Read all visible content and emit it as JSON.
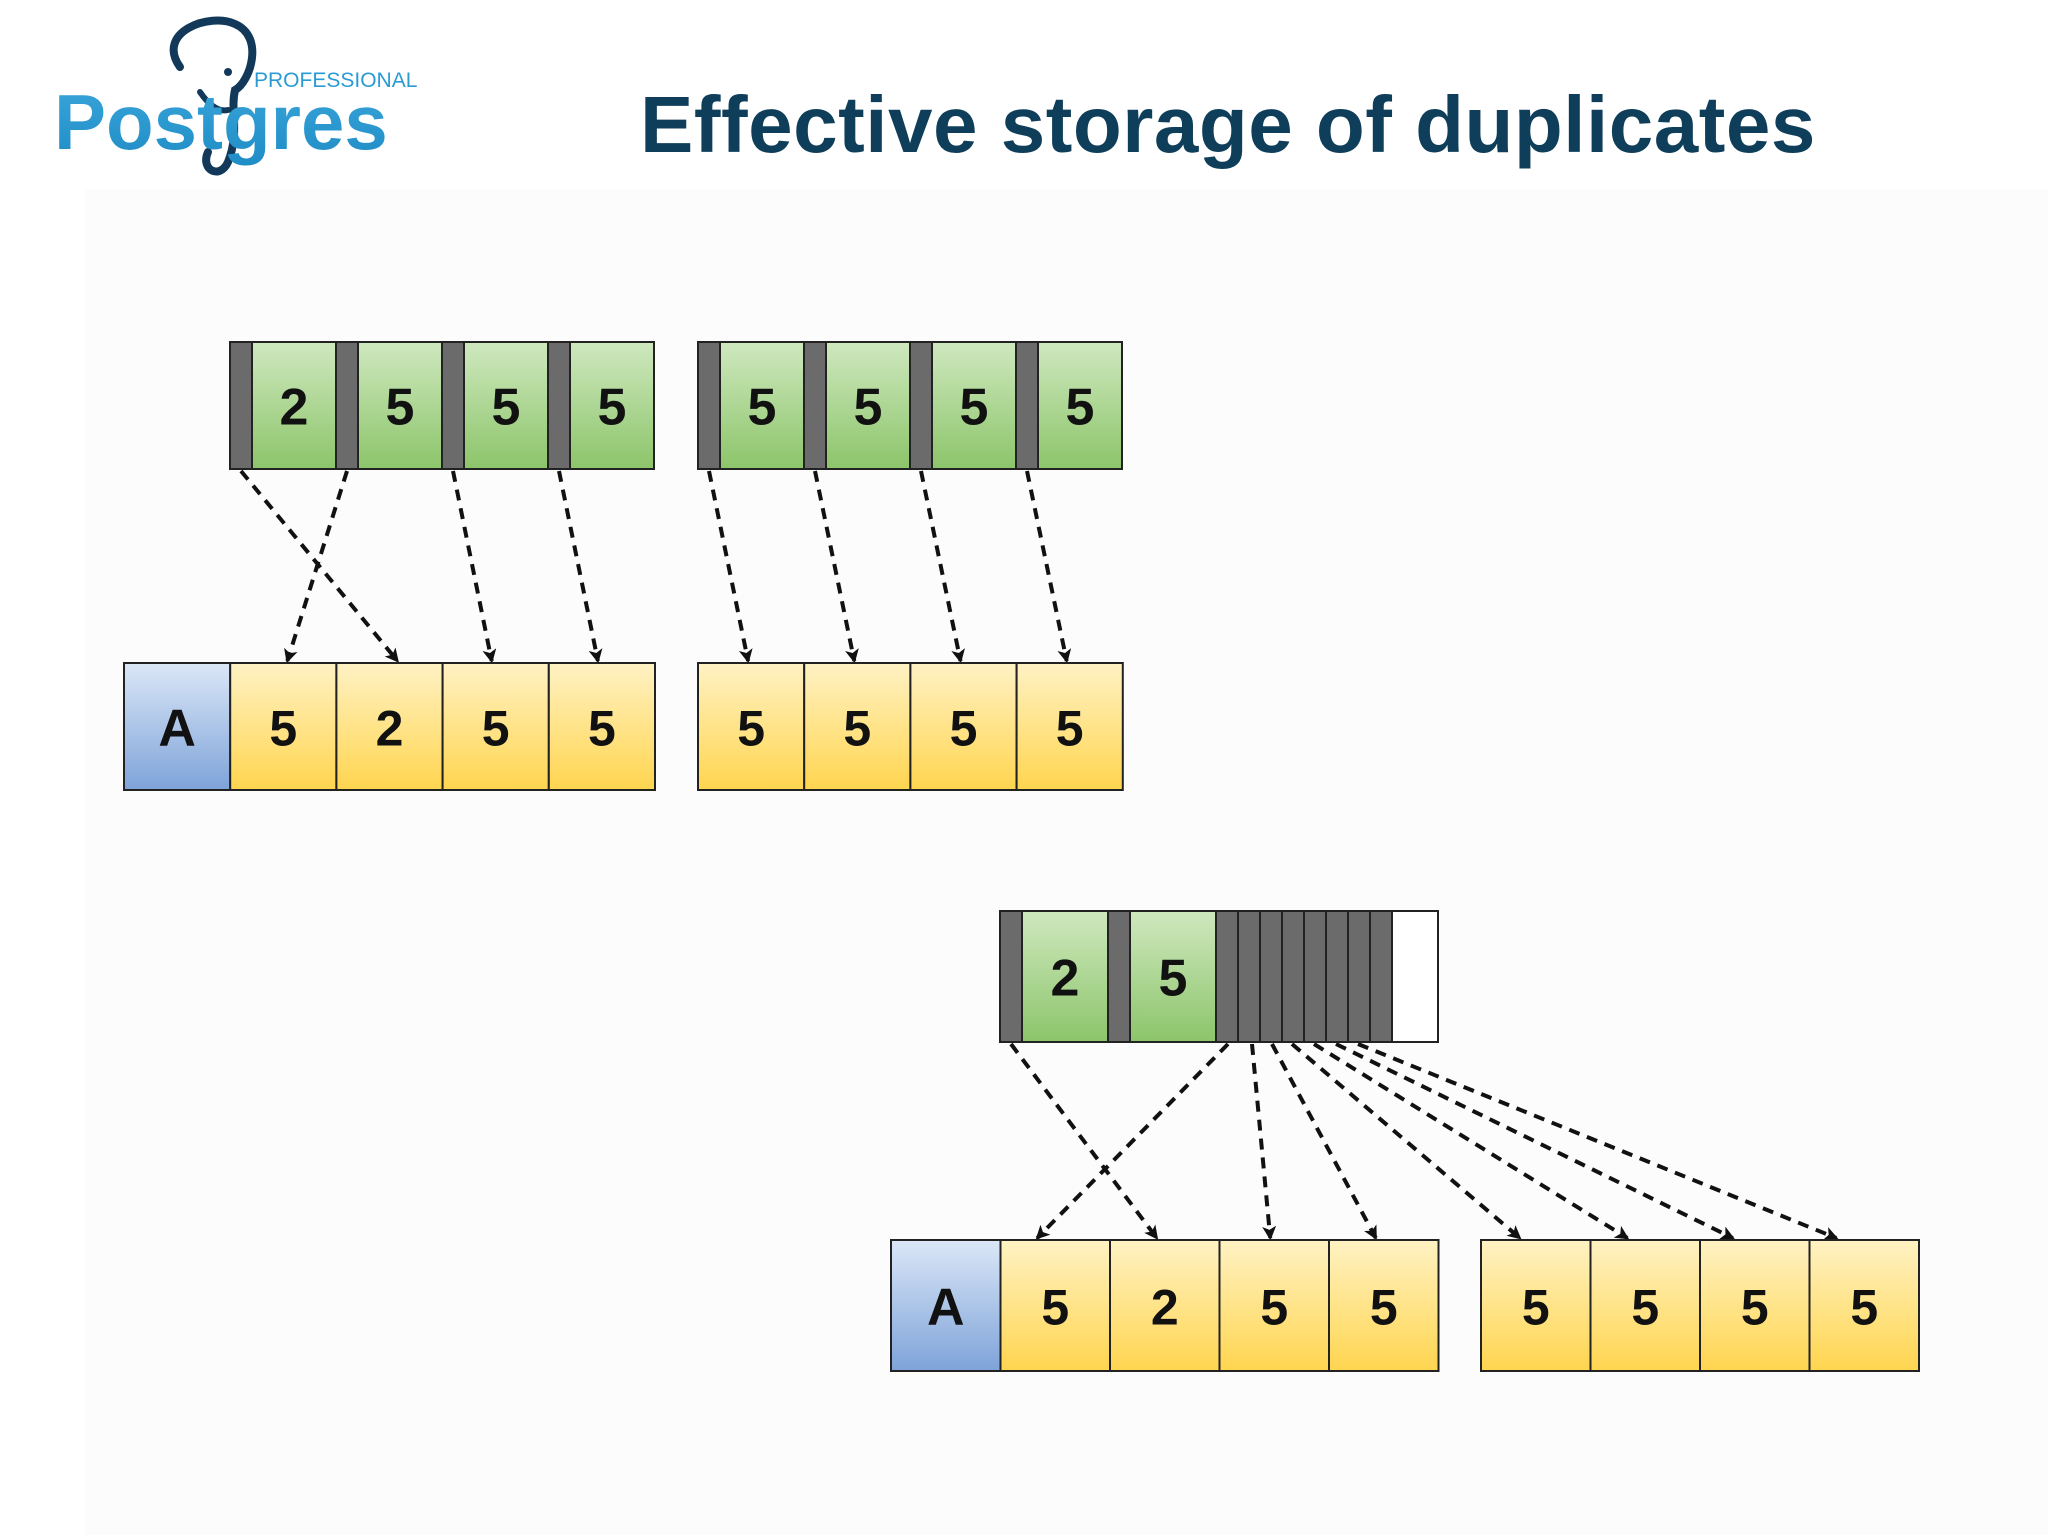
{
  "title": "Effective storage of duplicates",
  "logo": {
    "small_text": "PROFESSIONAL",
    "brand_text": "Postgres",
    "color": "#2a9bd3"
  },
  "colors": {
    "index_cell": "#a9d58e",
    "pointer_block": "#6b6b6c",
    "heap_cell": "#ffd966",
    "heap_header": "#9ab7e3",
    "title": "#0f3e5a"
  },
  "diagram_top": {
    "index_page_1": [
      "2",
      "5",
      "5",
      "5"
    ],
    "index_page_2": [
      "5",
      "5",
      "5",
      "5"
    ],
    "heap_header": "A",
    "heap_page_1": [
      "5",
      "2",
      "5",
      "5"
    ],
    "heap_page_2": [
      "5",
      "5",
      "5",
      "5"
    ]
  },
  "diagram_bottom": {
    "index_page": [
      "2",
      "5"
    ],
    "posting_list_tids": 8,
    "heap_header": "A",
    "heap_page_1": [
      "5",
      "2",
      "5",
      "5"
    ],
    "heap_page_2": [
      "5",
      "5",
      "5",
      "5"
    ]
  }
}
